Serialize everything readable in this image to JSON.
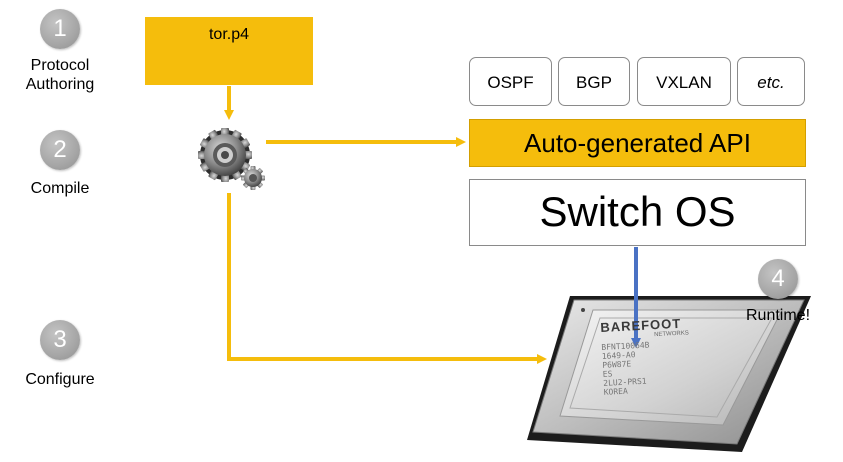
{
  "steps": [
    {
      "number": "1",
      "label_line1": "Protocol",
      "label_line2": "Authoring"
    },
    {
      "number": "2",
      "label_line1": "Compile"
    },
    {
      "number": "3",
      "label_line1": "Configure"
    },
    {
      "number": "4",
      "label_line1": "Runtime!"
    }
  ],
  "program_file": "tor.p4",
  "protocols": [
    "OSPF",
    "BGP",
    "VXLAN",
    "etc."
  ],
  "api_label": "Auto-generated API",
  "os_label": "Switch OS",
  "chip": {
    "brand": "BAREFOOT",
    "brand_sub": "NETWORKS",
    "markings": [
      "BFNT10064B",
      "1649-A0",
      "P6W87E",
      "ES",
      "2LU2-PRS1",
      "KOREA"
    ]
  },
  "icons": {
    "compiler": "gears-icon",
    "chip": "switch-chip-icon"
  },
  "colors": {
    "accent": "#f5bd0c",
    "arrow_yellow": "#f5bd0c",
    "arrow_blue": "#4a72c4",
    "step_gray": "#a6a6a6"
  }
}
